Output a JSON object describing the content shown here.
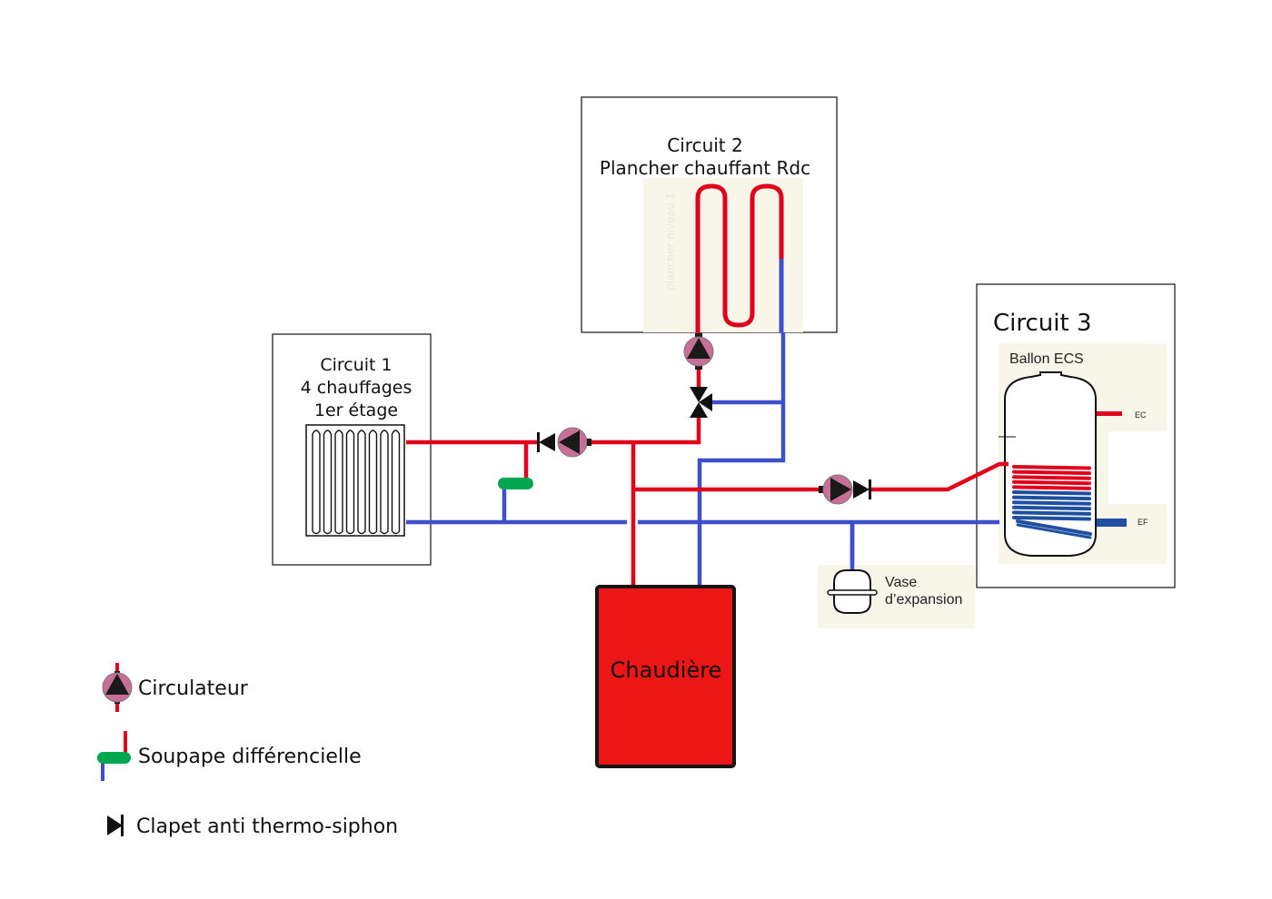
{
  "colors": {
    "hot": "#e0001b",
    "cold": "#3d4fcc",
    "cold_dark": "#1f4fa0",
    "valve_green": "#00a650",
    "pump_fill": "#c86f98",
    "boiler_fill": "#ec1616",
    "panel_bg": "#f8f6e9"
  },
  "circuit1": {
    "title": "Circuit 1",
    "line2": "4 chauffages",
    "line3": "1er étage"
  },
  "circuit2": {
    "title": "Circuit 2",
    "line2": "Plancher chauffant Rdc",
    "watermark": "plancher niveau 1"
  },
  "circuit3": {
    "title": "Circuit 3",
    "tank_label": "Ballon ECS",
    "hot_out": "EC",
    "cold_in": "EF"
  },
  "boiler": {
    "label": "Chaudière"
  },
  "expansion": {
    "line1": "Vase",
    "line2": "d’expansion"
  },
  "legend": {
    "items": [
      {
        "icon": "circulator-pump-icon",
        "label": "Circulateur"
      },
      {
        "icon": "differential-valve-icon",
        "label": "Soupape différencielle"
      },
      {
        "icon": "check-valve-icon",
        "label": "Clapet anti thermo-siphon"
      }
    ]
  }
}
